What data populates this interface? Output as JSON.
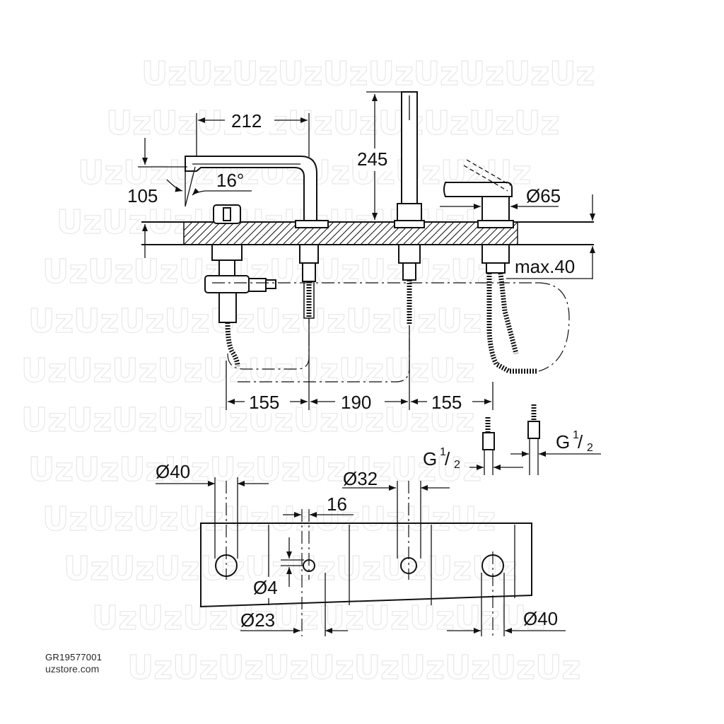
{
  "watermark": {
    "text": "UzUzUzUzUzUzUzUzUzUz"
  },
  "elevation": {
    "spout_reach": "212",
    "spout_height": "105",
    "spout_angle": "16°",
    "handshower_height": "245",
    "lever_base_diameter": "Ø65",
    "max_deck_thickness": "max.40",
    "spacing_left": "155",
    "spacing_middle": "190",
    "spacing_right": "155"
  },
  "connections": {
    "left_thread": {
      "base": "G",
      "num": "1",
      "den": "2"
    },
    "right_thread": {
      "base": "G",
      "num": "1",
      "den": "2"
    }
  },
  "cutout_plan": {
    "hole_top_left": "Ø40",
    "hole_top_middle": "Ø32",
    "offset_16": "16",
    "hole_small": "Ø4",
    "hole_bottom_left": "Ø23",
    "hole_bottom_right": "Ø40"
  },
  "footer": {
    "product_code": "GR19577001",
    "store": "uzstore.com"
  }
}
